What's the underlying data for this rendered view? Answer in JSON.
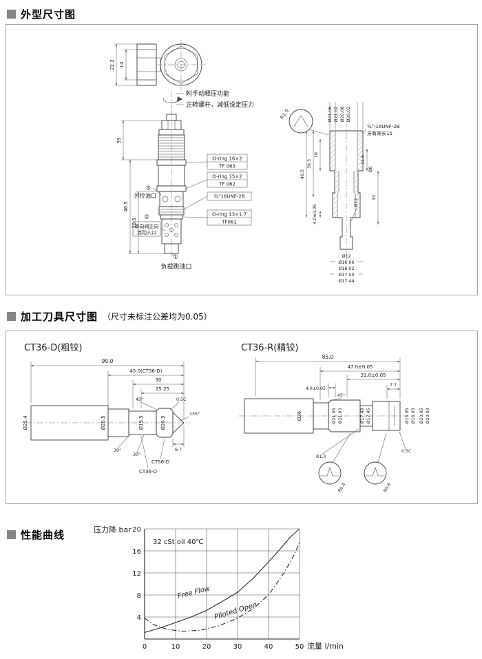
{
  "sections": {
    "outline": {
      "title": "外型尺寸图"
    },
    "tools": {
      "title": "加工刀具尺寸图",
      "note": "（尺寸未标注公差均为0.05）"
    },
    "performance": {
      "title": "性能曲线"
    }
  },
  "outline": {
    "top_view": {
      "dim_height": "22.2",
      "dim_flat": "14"
    },
    "notes": {
      "manual_release": "附手动释压功能",
      "turn_screw": "正转螺杆，减低设定压力"
    },
    "front_view": {
      "dim_39": "39",
      "dim_46_5": "46.5",
      "dim_30_5": "30.5",
      "port3_num": "③",
      "port3_label": "外控油口",
      "port2_num": "②",
      "port2_line1": "单向阀正向",
      "port2_line2": "流动入口",
      "port1_num": "①",
      "port1_label": "负载跳油口",
      "oring1": "O-ring 16×2",
      "oring1_tf": "TF 063",
      "oring2": "O-ring 15×2",
      "oring2_tf": "TF 062",
      "thread": "¾\"16UNF-2B",
      "oring3": "O-ring 13×1.7",
      "oring3_tf": "TF061"
    },
    "section_view": {
      "r_tip": "R1.0",
      "dia_21_06": "Ø21.06",
      "dia_21_02": "Ø21.02",
      "dia_20_06": "Ø20.06",
      "dia_20_02": "Ø20.02",
      "thread": "¾\"-16UNF-2B",
      "thread_len": "牙有效长15",
      "dim_16": "16",
      "dim_39_3": "39.3",
      "dim_46_5": "46.5",
      "dim_4": "4.0±0.05",
      "dim_11_5": "11.5",
      "dia_8": "Ø8",
      "dim_33": "33",
      "dia_12_side": "Ø12",
      "dia_12_bottom": "Ø12",
      "dia_16_06": "Ø16.06",
      "dia_16_02": "Ø16.02",
      "dia_17_50": "Ø17.50",
      "dia_17_44": "Ø17.44"
    }
  },
  "tools": {
    "left": {
      "title": "CT36-D(粗铰)",
      "dim_90": "90.0",
      "dim_45": "45.0(CT36-D)",
      "dim_30": "30",
      "dim_25_25": "25.25",
      "chamfer": "0.5C",
      "angle_45": "45°",
      "dia_25_4": "Ø25.4",
      "dia_20_5a": "Ø20.5",
      "dia_19_5": "Ø19.5",
      "dia_20_5b": "Ø20.5",
      "angle_30a": "30°",
      "angle_30b": "30°",
      "angle_135": "135°",
      "dim_6_7": "6.7",
      "label_a": "CTS6-D",
      "label_b": "CT36-D"
    },
    "right": {
      "title": "CT36-R(精铰)",
      "dim_85": "85.0",
      "dim_47": "47.0±0.05",
      "dim_31": "31.0±0.05",
      "dim_4": "4.0±0.05",
      "dim_7_7": "7.7",
      "dia_26": "Ø26",
      "dia_21_05": "Ø21.05",
      "dia_21_03": "Ø21.03",
      "angle_45": "45°",
      "dia_17_49": "Ø17.49",
      "dia_17_45": "Ø17.45",
      "dia_16_05": "Ø16.05",
      "dia_16_03": "Ø16.03",
      "dia_20_05": "Ø20.05",
      "dia_20_03": "Ø20.03",
      "r_groove": "R1.0",
      "chamfer": "0.5C",
      "r_detail_a": "R0.4",
      "r_detail_b": "R0.6"
    }
  },
  "chart_data": {
    "type": "line",
    "ylabel": "压力降 bar",
    "xlabel": "流量 l/min",
    "annotation": "32 cSt oil 40℃",
    "xlim": [
      0,
      50
    ],
    "ylim": [
      0,
      20
    ],
    "xticks": [
      0,
      10,
      20,
      30,
      40,
      50
    ],
    "yticks": [
      0,
      4,
      8,
      12,
      16,
      20
    ],
    "grid": true,
    "legend_position": "on-curve",
    "series": [
      {
        "name": "Free Flow",
        "style": "solid",
        "x": [
          0,
          5,
          10,
          15,
          20,
          25,
          30,
          35,
          40,
          44,
          47,
          50
        ],
        "y": [
          1.2,
          2,
          3,
          4,
          5.2,
          6.8,
          8.5,
          11,
          14,
          16.5,
          18.5,
          20
        ]
      },
      {
        "name": "Piloted Open",
        "style": "dashdot",
        "x": [
          0,
          3,
          7,
          12,
          18,
          24,
          30,
          35,
          40,
          45,
          48,
          50
        ],
        "y": [
          3.8,
          2.6,
          1.8,
          1.4,
          1.6,
          2.4,
          3.8,
          5.5,
          8,
          12,
          15,
          17.5
        ]
      }
    ]
  }
}
